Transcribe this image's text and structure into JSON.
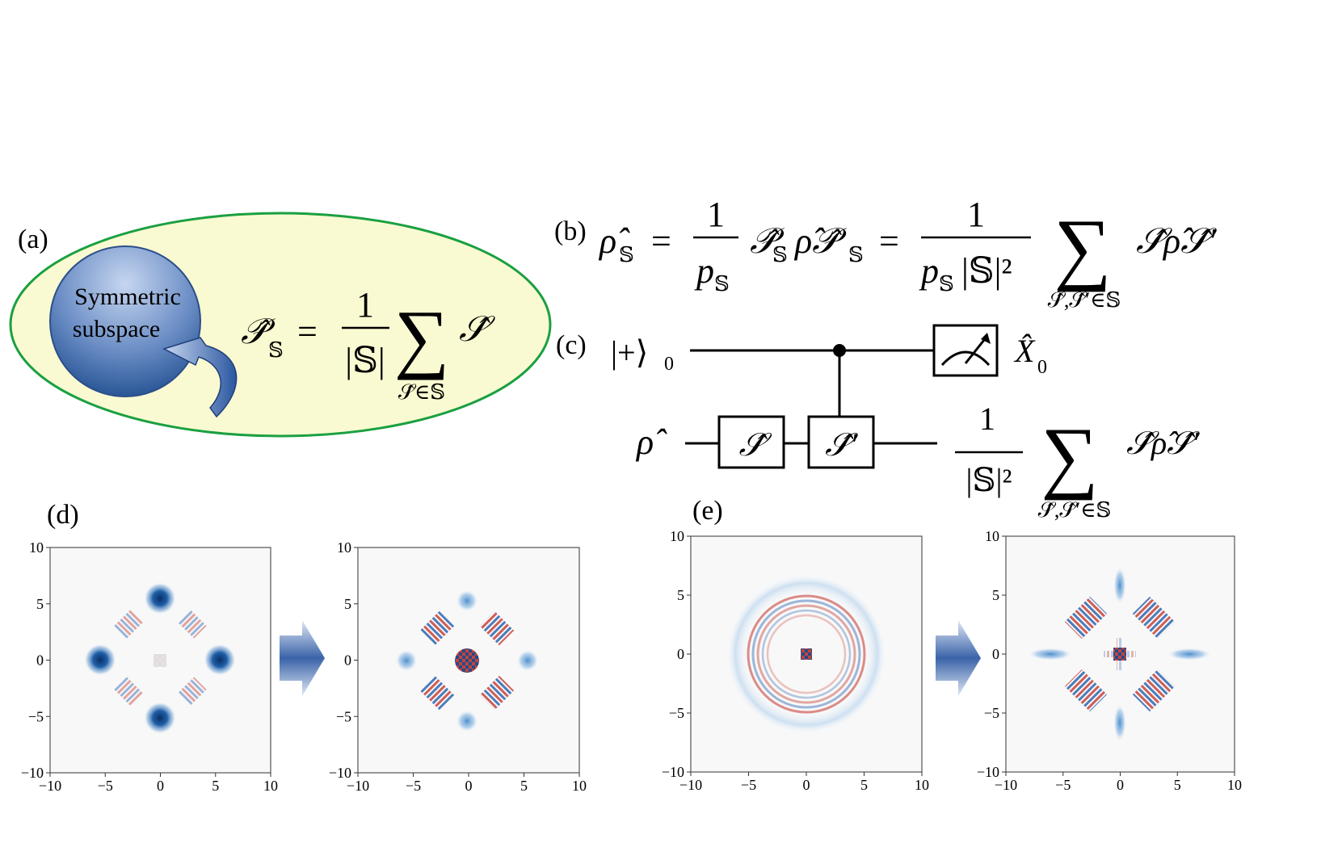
{
  "panels": {
    "a": {
      "label": "(a)",
      "circle_text": [
        "Symmetric",
        "subspace"
      ],
      "formula": {
        "lhs": "𝒫̂",
        "sub": "𝕊",
        "eq": "=",
        "num": "1",
        "den": "|𝕊|",
        "sum": "∑",
        "sum_under": "𝒮̂∈𝕊",
        "term": "𝒮̂"
      }
    },
    "b": {
      "label": "(b)",
      "formula": {
        "lhs": "ρ̂",
        "lhs_sub": "𝕊",
        "eq1": "=",
        "num1": "1",
        "den1": "p",
        "den1_sub": "𝕊",
        "mid": "𝒫̂",
        "mid_sub": "𝕊",
        "mid2": "ρ̂𝒫̂",
        "mid2_sub": "𝕊",
        "eq2": "=",
        "num2": "1",
        "den2": "p",
        "den2_sub": "𝕊",
        "den2_tail": "|𝕊|²",
        "sum": "∑",
        "sum_under": "𝒮̂,𝒮̂′∈𝕊",
        "term": "𝒮̂ρ̂𝒮̂′"
      }
    },
    "c": {
      "label": "(c)",
      "ancilla": "|+⟩",
      "ancilla_sub": "0",
      "meas": "X̂",
      "meas_sub": "0",
      "input": "ρ̂",
      "gate1": "𝒮̂",
      "gate2": "𝒮̂′",
      "out_num": "1",
      "out_den": "|𝕊|²",
      "out_sum": "∑",
      "out_under": "𝒮̂,𝒮̂′∈𝕊",
      "out_term": "𝒮̂ρ̂𝒮̂′"
    },
    "d": {
      "label": "(d)"
    },
    "e": {
      "label": "(e)"
    }
  },
  "axes": {
    "x_ticks": [
      "−10",
      "−5",
      "0",
      "5",
      "10"
    ],
    "y_ticks": [
      "10",
      "5",
      "0",
      "−5",
      "−10"
    ]
  },
  "colors": {
    "ellipse_fill": "#fafad2",
    "ellipse_stroke": "#1aa040",
    "blue": "#2b66b3",
    "red": "#c8423a",
    "circle_dark": "#1f4d8f",
    "circle_light": "#c6d6f0"
  }
}
